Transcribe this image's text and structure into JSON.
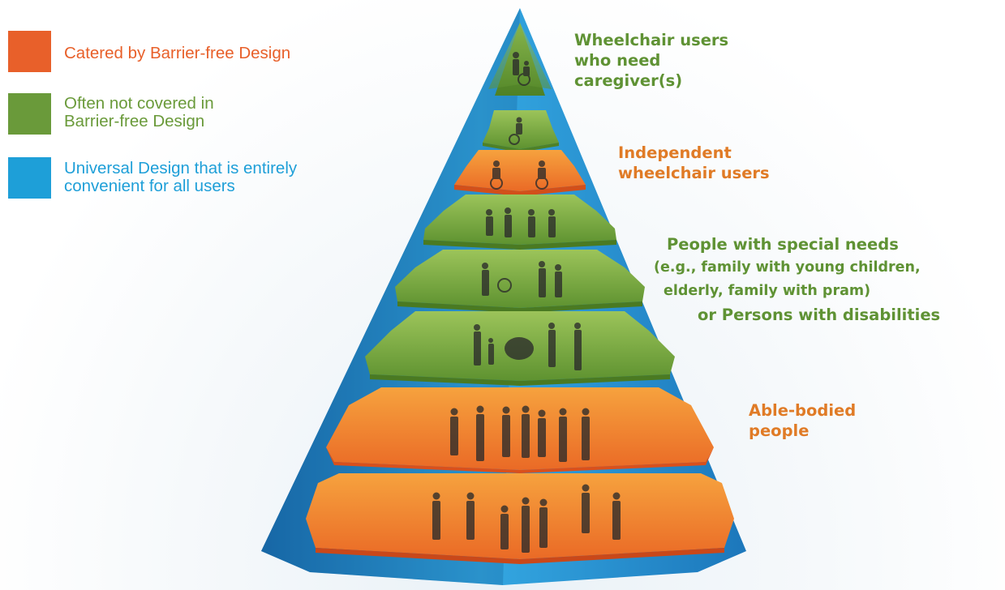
{
  "colors": {
    "orange": "#e8602a",
    "green": "#6a9a3a",
    "blue": "#1e9fd8",
    "label_green": "#5f9234",
    "label_orange": "#e07b26"
  },
  "legend": [
    {
      "text": "Catered by Barrier-free Design",
      "color": "#e8602a"
    },
    {
      "text": "Often not covered in\nBarrier-free Design",
      "color": "#6a9a3a"
    },
    {
      "text": "Universal Design that is entirely\nconvenient for all users",
      "color": "#1e9fd8"
    }
  ],
  "labels": {
    "wheelchair_caregiver": [
      "Wheelchair users",
      "who need",
      "caregiver(s)"
    ],
    "independent_wheelchair": [
      "Independent",
      "wheelchair users"
    ],
    "special_needs": [
      "People with special needs",
      "(e.g., family with young children,",
      "elderly, family with pram)",
      "or Persons with disabilities"
    ],
    "able_bodied": [
      "Able-bodied",
      "people"
    ]
  },
  "tiers": [
    {
      "category": "Wheelchair users who need caregiver(s)",
      "color": "green"
    },
    {
      "category": "Wheelchair users who need caregiver(s)",
      "color": "green"
    },
    {
      "category": "Independent wheelchair users",
      "color": "orange"
    },
    {
      "category": "People with special needs or Persons with disabilities",
      "color": "green"
    },
    {
      "category": "People with special needs or Persons with disabilities",
      "color": "green"
    },
    {
      "category": "People with special needs or Persons with disabilities",
      "color": "green"
    },
    {
      "category": "Able-bodied people",
      "color": "orange"
    },
    {
      "category": "Able-bodied people",
      "color": "orange"
    }
  ]
}
